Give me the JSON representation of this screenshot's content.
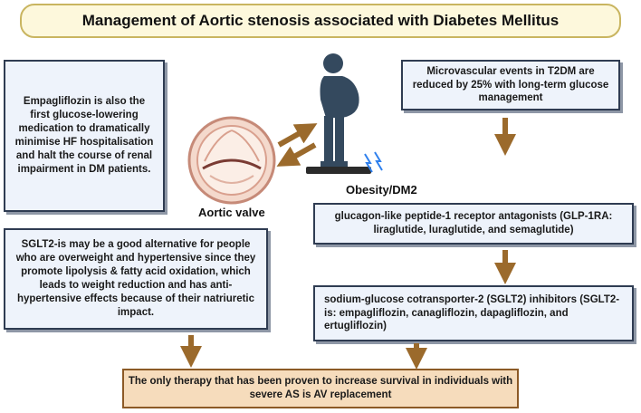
{
  "title": "Management of Aortic stenosis associated with Diabetes Mellitus",
  "empagliflozin_box": "Empagliflozin is also the first glucose-lowering medication to dramatically minimise HF hospitalisation and halt the course of renal impairment in DM patients.",
  "microvascular_box": "Microvascular events in T2DM are reduced by 25% with long-term glucose management",
  "aortic_valve_label": "Aortic valve",
  "obesity_label": "Obesity/DM2",
  "glp1_box": "glucagon-like peptide-1 receptor antagonists (GLP-1RA: liraglutide, luraglutide, and semaglutide)",
  "sglt2_overweight_box": "SGLT2-is may be a good alternative for people who are overweight and hypertensive since they promote lipolysis & fatty acid oxidation, which leads to weight reduction and has anti-hypertensive effects because of their natriuretic impact.",
  "sglt2_inhibitors_box": "sodium-glucose cotransporter-2 (SGLT2) inhibitors (SGLT2-is: empagliflozin, canagliflozin, dapagliflozin, and ertugliflozin)",
  "final_box": "The only therapy that has been proven to increase survival in individuals with severe AS is AV replacement",
  "colors": {
    "arrow": "#9b6a2c",
    "title_fill": "#fdf8dc",
    "box_fill": "#eef3fb",
    "final_fill": "#f6dcbc",
    "figure": "#34495e",
    "valve": "#e8b7a6"
  }
}
